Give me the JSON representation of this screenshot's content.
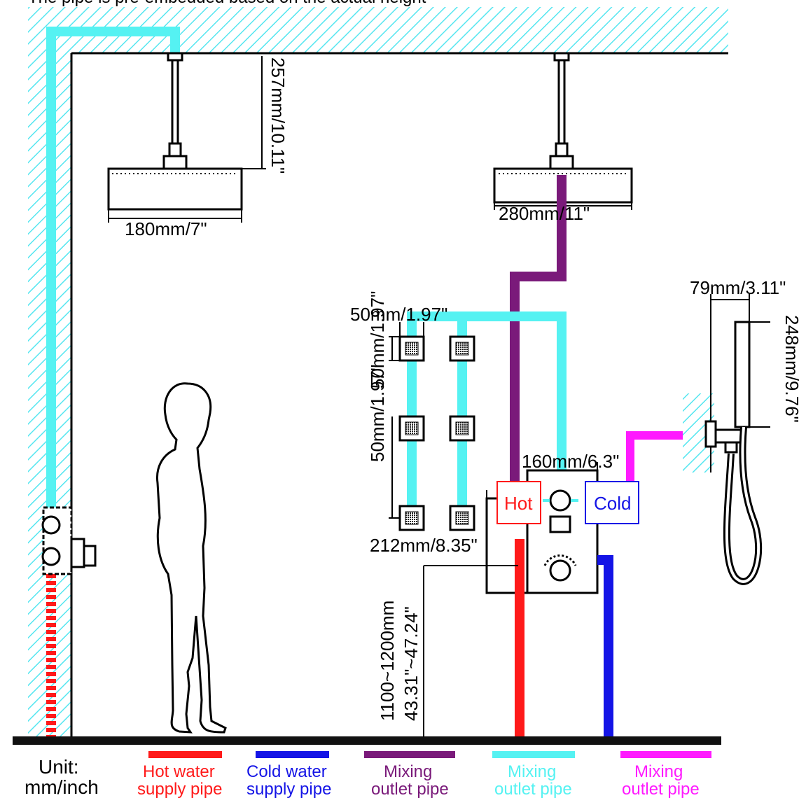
{
  "colors": {
    "hot": "#ff1a1a",
    "cold": "#1414e6",
    "mix_purple": "#7a1a7a",
    "mix_cyan": "#55f2f2",
    "mix_magenta": "#ff1aff",
    "hatch": "#55e6f0",
    "ink": "#000000"
  },
  "top_note": "The pipe is pre-embedded based on the actual height",
  "dimensions": {
    "drop_length": "257mm/10.11\"",
    "small_head": "180mm/7\"",
    "large_head": "280mm/11\"",
    "jet_size": "50mm/1.97\"",
    "jet_height": "50mm/1.97\"",
    "handheld_width": "79mm/3.11\"",
    "handheld_length": "248mm/9.76\"",
    "valve_width": "160mm/6.3\"",
    "plate_width": "212mm/8.35\"",
    "height_mm": "1100~1200mm",
    "height_in": "43.31\"~47.24\""
  },
  "labels": {
    "hot": "Hot",
    "cold": "Cold"
  },
  "legend": {
    "unit_line1": "Unit:",
    "unit_line2": "mm/inch",
    "items": [
      {
        "line1": "Hot water",
        "line2": "supply pipe",
        "color": "#ff1a1a"
      },
      {
        "line1": "Cold water",
        "line2": "supply pipe",
        "color": "#1414e6"
      },
      {
        "line1": "Mixing",
        "line2": "outlet pipe",
        "color": "#7a1a7a"
      },
      {
        "line1": "Mixing",
        "line2": "outlet pipe",
        "color": "#55f2f2"
      },
      {
        "line1": "Mixing",
        "line2": "outlet pipe",
        "color": "#ff1aff"
      }
    ]
  }
}
